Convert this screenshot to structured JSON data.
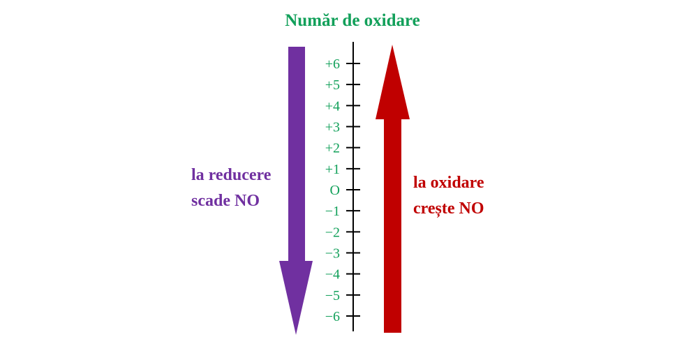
{
  "title": "Număr de oxidare",
  "axis": {
    "ticks": [
      "+6",
      "+5",
      "+4",
      "+3",
      "+2",
      "+1",
      "O",
      "−1",
      "−2",
      "−3",
      "−4",
      "−5",
      "−6"
    ]
  },
  "reduction": {
    "line1": "la reducere",
    "line2": "scade NO"
  },
  "oxidation": {
    "line1": "la oxidare",
    "line2": "crește NO"
  },
  "colors": {
    "title": "#12A05A",
    "ticks": "#12A05A",
    "reduction": "#7030A0",
    "oxidation": "#C00000",
    "axis": "#000000"
  }
}
